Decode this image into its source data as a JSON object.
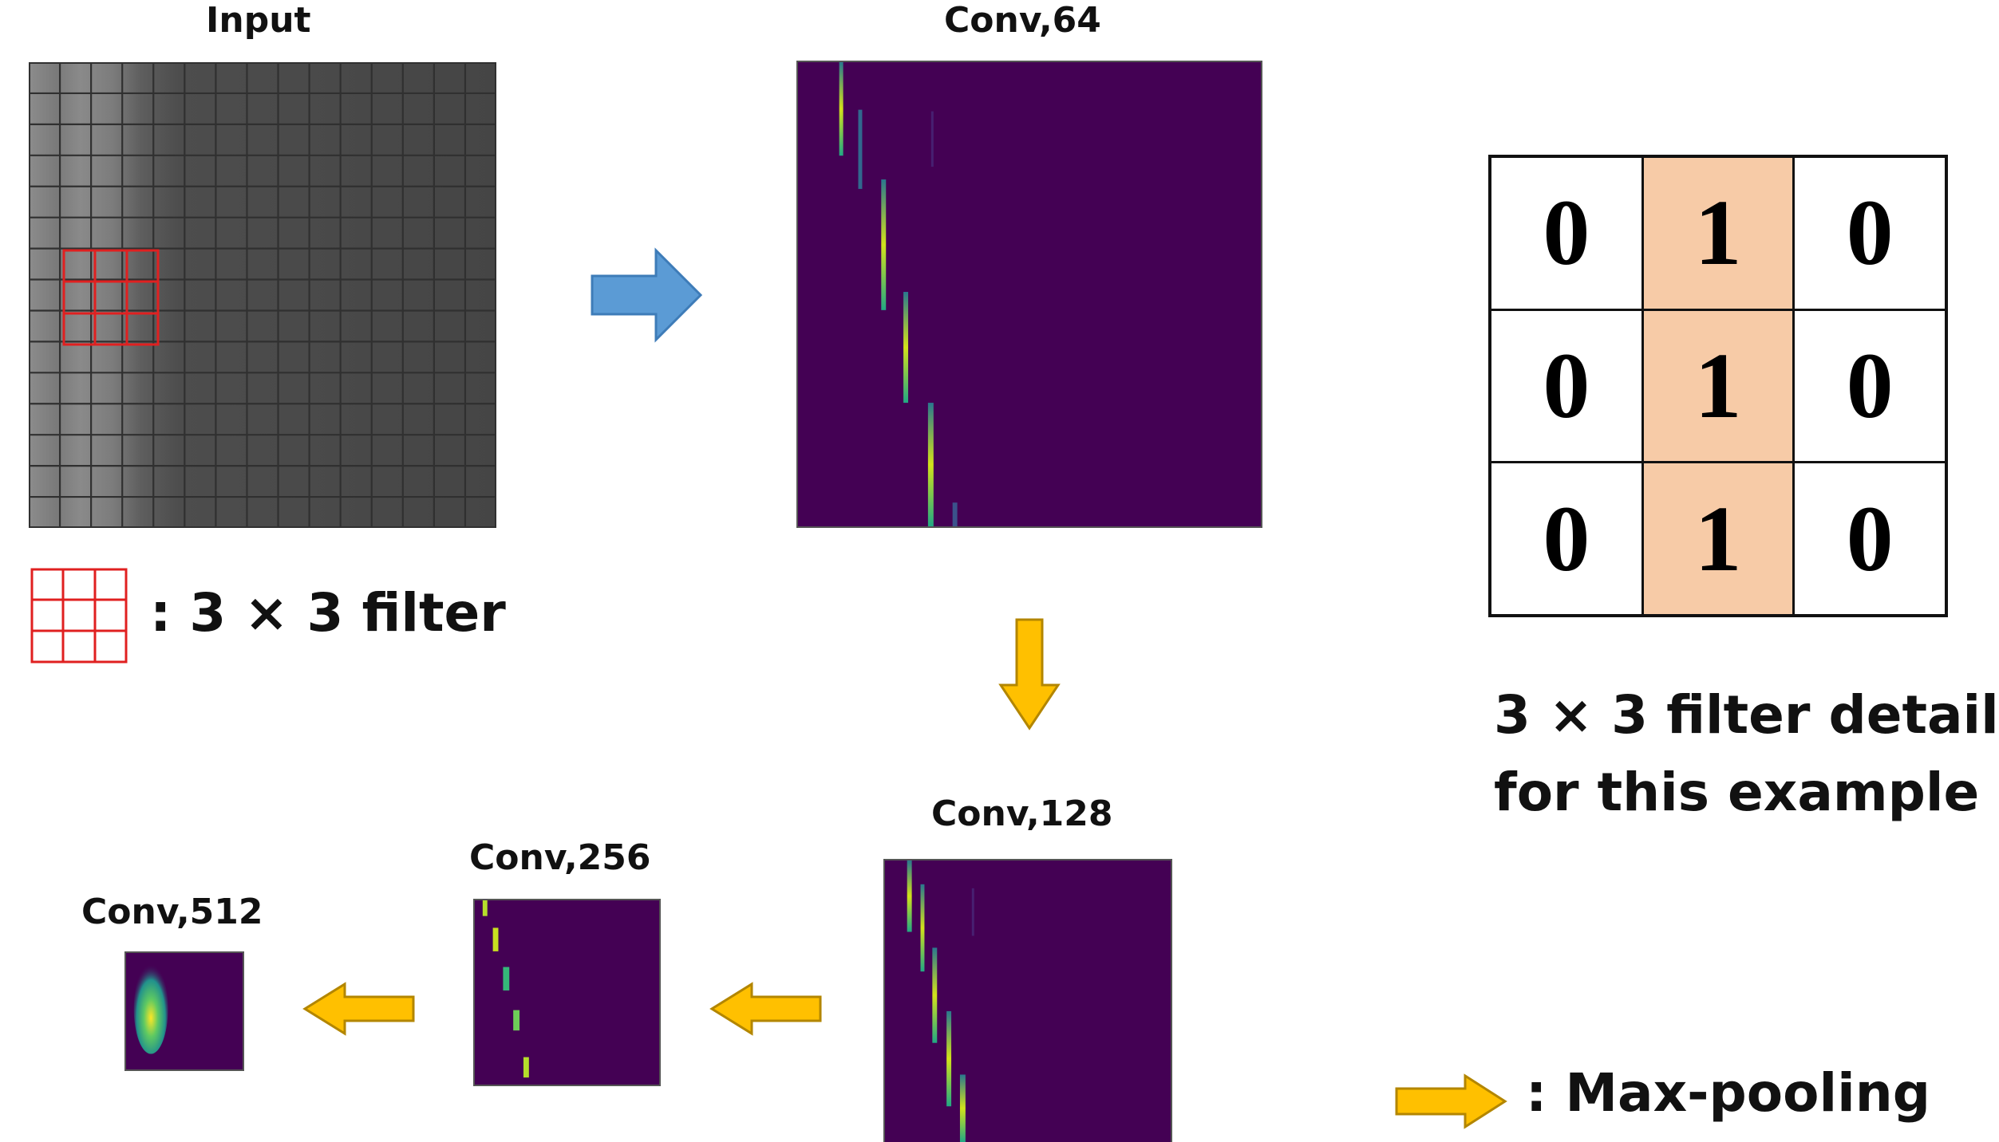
{
  "labels": {
    "input": "Input",
    "conv64": "Conv,64",
    "conv128": "Conv,128",
    "conv256": "Conv,256",
    "conv512": "Conv,512"
  },
  "legend": {
    "filter": ": 3 × 3 filter",
    "maxpool": ": Max-pooling"
  },
  "filter_detail": {
    "caption_line1": "3 × 3 filter detail",
    "caption_line2": "for this example",
    "matrix": [
      [
        "0",
        "1",
        "0"
      ],
      [
        "0",
        "1",
        "0"
      ],
      [
        "0",
        "1",
        "0"
      ]
    ],
    "highlight_color": "#f7cba7"
  },
  "colors": {
    "feature_map_bg": "#440154",
    "conv_arrow": "#5b9bd5",
    "pool_arrow": "#ffc000",
    "filter_box": "#e02020",
    "input_grid": "#303030"
  },
  "icons": {
    "conv_arrow": "right-arrow-icon",
    "pool_arrow": "yellow-arrow-icon",
    "filter": "grid-icon"
  }
}
